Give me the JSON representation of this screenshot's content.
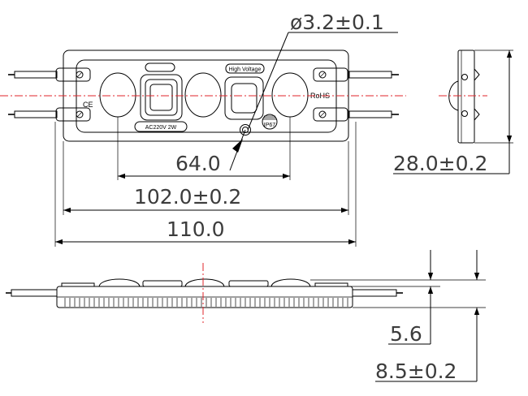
{
  "labels": {
    "high_voltage": "High Voltage",
    "rohs": "RoHS",
    "ce": "CE",
    "rating": "AC220V 2W",
    "ip": "IP67"
  },
  "dimensions": {
    "hole": "ø3.2±0.1",
    "led_spacing": "64.0",
    "body_length": "102.0±0.2",
    "total_length": "110.0",
    "width": "28.0±0.2",
    "lens_height": "5.6",
    "total_height": "8.5±0.2"
  },
  "colors": {
    "centerline": "#e0252b",
    "line": "#000000",
    "text": "#3c3c3c"
  }
}
